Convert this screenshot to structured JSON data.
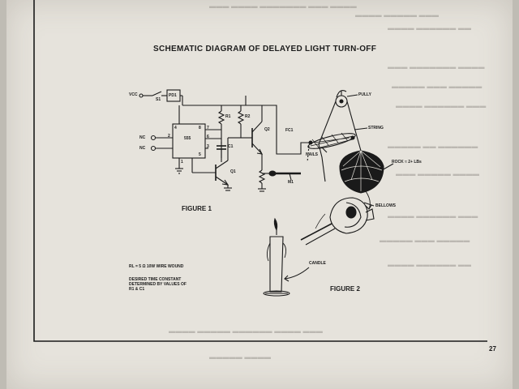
{
  "title": "SCHEMATIC DIAGRAM OF DELAYED LIGHT TURN-OFF",
  "figure1": {
    "caption": "FIGURE 1",
    "labels": {
      "vcc": "VCC",
      "s1": "S1",
      "pd1": "PD1",
      "r1": "R1",
      "r2": "R2",
      "q1": "Q1",
      "q2": "Q2",
      "c1": "C1",
      "ic": "555",
      "nc_top": "NC",
      "nc_bottom": "NC",
      "fc1": "FC1",
      "nails": "NAILS",
      "m1": "M1",
      "pin4": "4",
      "pin8": "8",
      "pin7": "7",
      "pin6": "6",
      "pin5": "5",
      "pin2": "2",
      "pin3": "3",
      "pin1": "1"
    },
    "note_rl": "RL = 5 Ω 10W WIRE WOUND",
    "note_time": "DESIRED TIME CONSTANT DETERMINED BY VALUES OF R1 & C1"
  },
  "figure2": {
    "caption": "FIGURE 2",
    "labels": {
      "pully": "PULLY",
      "string": "STRING",
      "rock": "ROCK ≈ 2+ LBs",
      "bellows": "BELLOWS",
      "candle": "CANDLE"
    }
  },
  "page_number": "27"
}
